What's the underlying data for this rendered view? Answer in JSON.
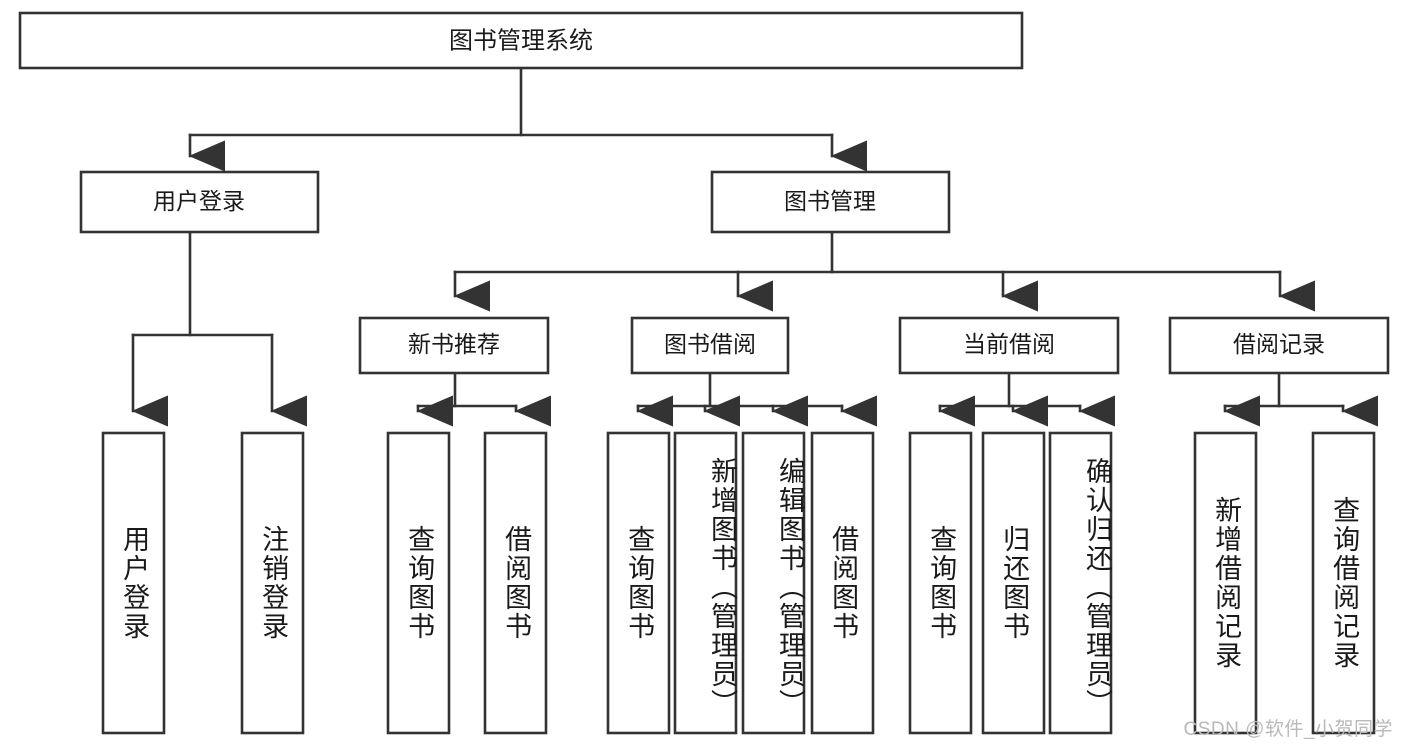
{
  "diagram": {
    "kind": "tree-hierarchy",
    "root": {
      "id": "root",
      "label": "图书管理系统"
    },
    "level2": [
      {
        "id": "user-login",
        "label": "用户登录"
      },
      {
        "id": "book-manage",
        "label": "图书管理"
      }
    ],
    "level3": [
      {
        "id": "new-book-rec",
        "label": "新书推荐"
      },
      {
        "id": "book-borrow",
        "label": "图书借阅"
      },
      {
        "id": "current-borrow",
        "label": "当前借阅"
      },
      {
        "id": "borrow-record",
        "label": "借阅记录"
      }
    ],
    "leaves": {
      "user_login": [
        {
          "id": "leaf-user-login",
          "label": "用户登录"
        },
        {
          "id": "leaf-logout",
          "label": "注销登录"
        }
      ],
      "new_book_rec": [
        {
          "id": "leaf-query-book-1",
          "label": "查询图书"
        },
        {
          "id": "leaf-borrow-book-1",
          "label": "借阅图书"
        }
      ],
      "book_borrow": [
        {
          "id": "leaf-query-book-2",
          "label": "查询图书"
        },
        {
          "id": "leaf-add-book",
          "label": "新增图书（管理员）"
        },
        {
          "id": "leaf-edit-book",
          "label": "编辑图书（管理员）"
        },
        {
          "id": "leaf-borrow-book-2",
          "label": "借阅图书"
        }
      ],
      "current_borrow": [
        {
          "id": "leaf-query-book-3",
          "label": "查询图书"
        },
        {
          "id": "leaf-return-book",
          "label": "归还图书"
        },
        {
          "id": "leaf-confirm-return",
          "label": "确认归还（管理员）"
        }
      ],
      "borrow_record": [
        {
          "id": "leaf-add-record",
          "label": "新增借阅记录"
        },
        {
          "id": "leaf-query-record",
          "label": "查询借阅记录"
        }
      ]
    }
  },
  "watermark": {
    "text": "CSDN @软件_小贺同学"
  },
  "colors": {
    "stroke": "#333333",
    "fill": "#ffffff",
    "text": "#1a1a1a",
    "watermark": "#b9b9b9"
  }
}
